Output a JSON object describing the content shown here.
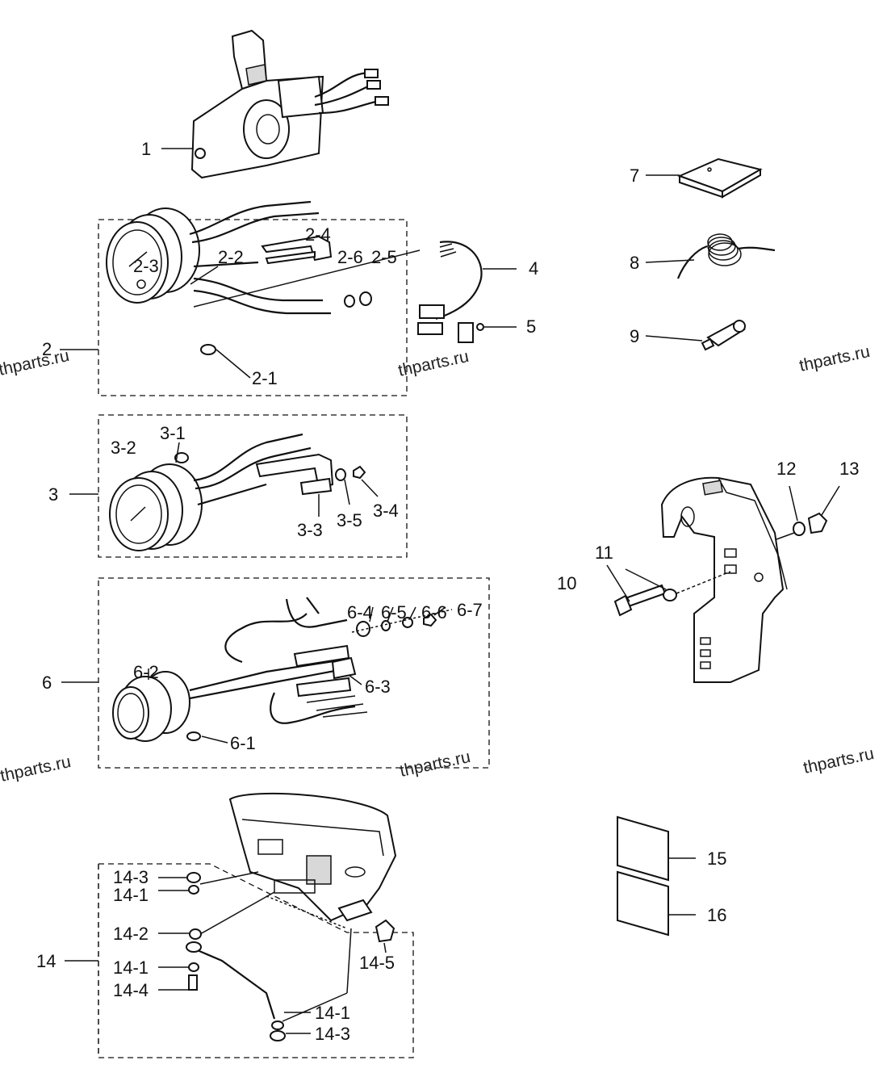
{
  "callouts": {
    "c1": "1",
    "c2": "2",
    "c2_1": "2-1",
    "c2_2": "2-2",
    "c2_3": "2-3",
    "c2_4": "2-4",
    "c2_5": "2-5",
    "c2_6": "2-6",
    "c3": "3",
    "c3_1": "3-1",
    "c3_2": "3-2",
    "c3_3": "3-3",
    "c3_4": "3-4",
    "c3_5": "3-5",
    "c4": "4",
    "c5": "5",
    "c6": "6",
    "c6_1": "6-1",
    "c6_2": "6-2",
    "c6_3": "6-3",
    "c6_4": "6-4",
    "c6_5": "6-5",
    "c6_6": "6-6",
    "c6_7": "6-7",
    "c7": "7",
    "c8": "8",
    "c9": "9",
    "c10": "10",
    "c11": "11",
    "c12": "12",
    "c13": "13",
    "c14": "14",
    "c14_1a": "14-1",
    "c14_1b": "14-1",
    "c14_1c": "14-1",
    "c14_2": "14-2",
    "c14_3a": "14-3",
    "c14_3b": "14-3",
    "c14_4": "14-4",
    "c14_5": "14-5",
    "c15": "15",
    "c16": "16"
  },
  "watermarks": {
    "w1": "thparts.ru",
    "w2": "thparts.ru",
    "w3": "thparts.ru",
    "w4": "thparts.ru",
    "w5": "thparts.ru",
    "w6": "thparts.ru"
  }
}
